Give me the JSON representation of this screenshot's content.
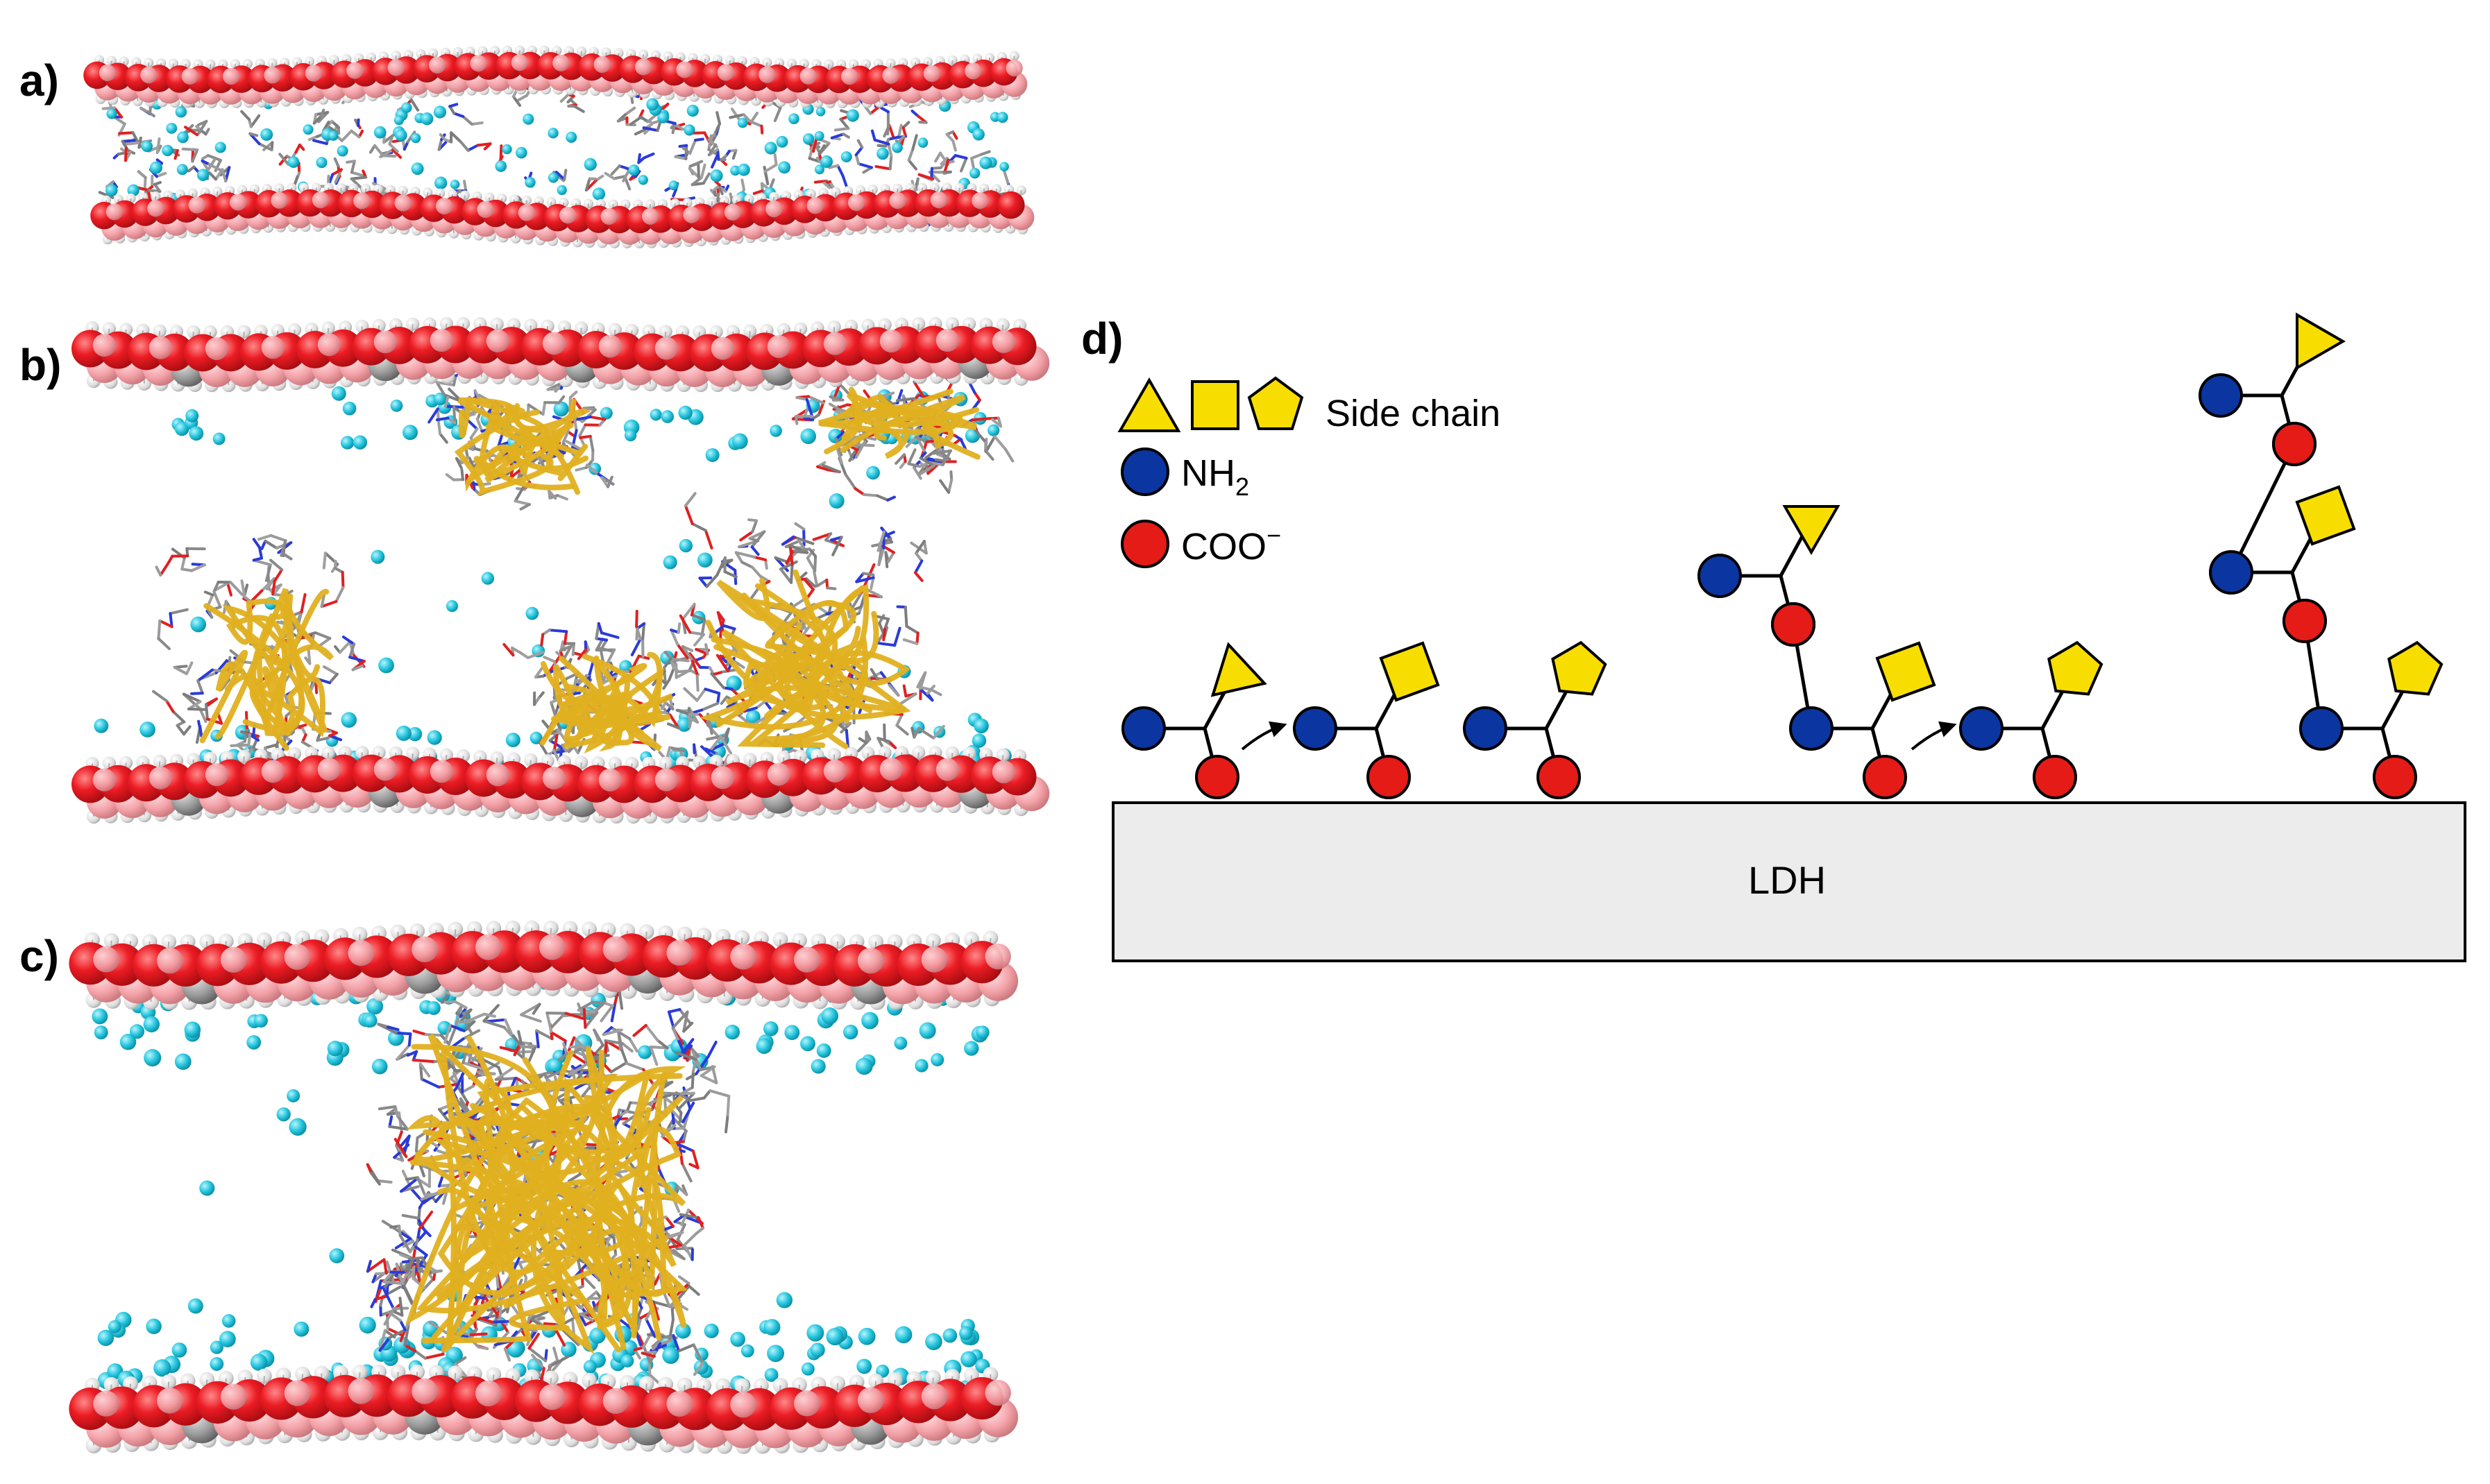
{
  "panels": {
    "a": {
      "label": "a)"
    },
    "b": {
      "label": "b)"
    },
    "c": {
      "label": "c)"
    },
    "d": {
      "label": "d)"
    }
  },
  "legend": {
    "side_chain": "Side chain",
    "nh2_main": "NH",
    "nh2_sub": "2",
    "coo_main": "COO",
    "coo_sup": "−"
  },
  "substrate": {
    "label": "LDH"
  },
  "colors": {
    "layer_red": "#e8141c",
    "layer_pink": "#f2a0a6",
    "layer_gray": "#9a9a9a",
    "water_cyan": "#22c4dc",
    "peptide_gold": "#e0b020",
    "amino_blue": "#0b35a0",
    "carboxyl_red": "#e41b17",
    "side_chain_yellow": "#f8de00",
    "ldh_fill": "#ececec"
  }
}
